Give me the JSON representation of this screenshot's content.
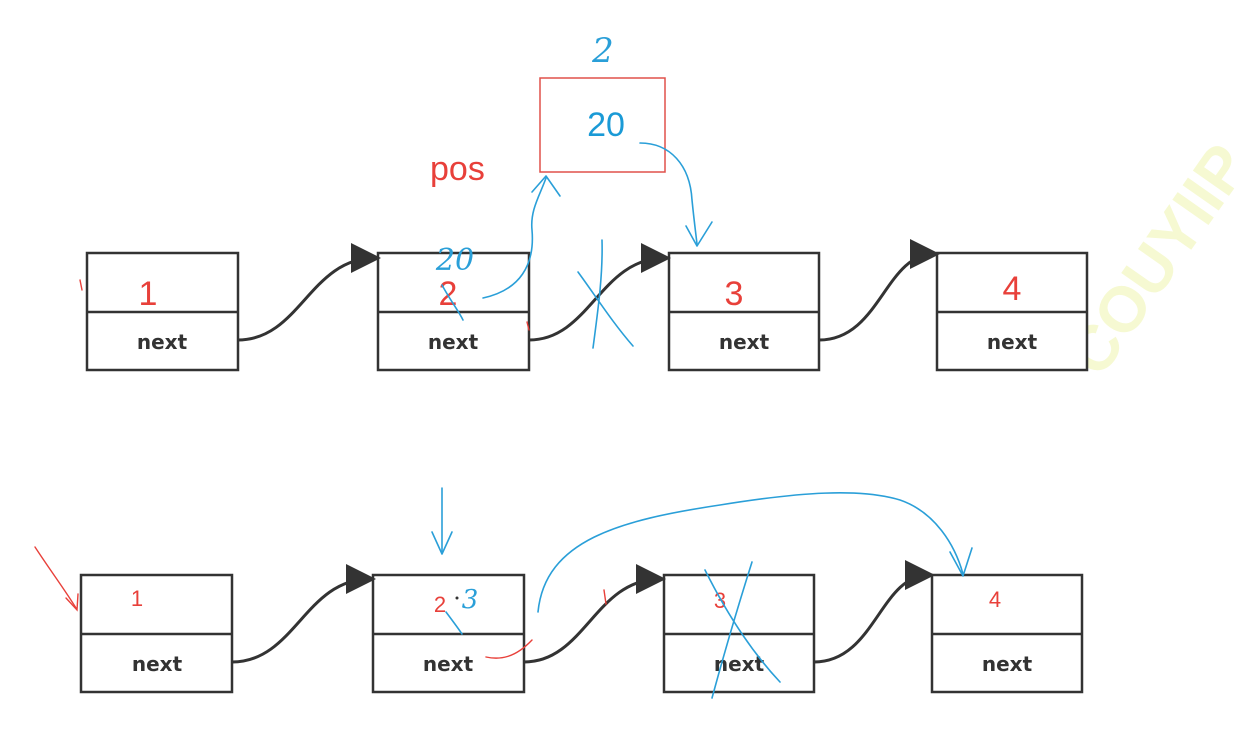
{
  "top_list": {
    "nodes": [
      {
        "value": "1",
        "next_label": "next"
      },
      {
        "value": "2",
        "next_label": "next"
      },
      {
        "value": "3",
        "next_label": "next"
      },
      {
        "value": "4",
        "next_label": "next"
      }
    ],
    "pos_label": "pos",
    "new_node": {
      "value": "20"
    },
    "annotations": {
      "above_new_node": "2",
      "above_node2": "20"
    }
  },
  "bottom_list": {
    "nodes": [
      {
        "value": "1",
        "next_label": "next"
      },
      {
        "value": "2",
        "next_label": "next"
      },
      {
        "value": "3",
        "next_label": "next"
      },
      {
        "value": "4",
        "next_label": "next"
      }
    ],
    "annotations": {
      "node2_scribble": "3"
    }
  },
  "watermark": "COUYIIP",
  "colors": {
    "node_text": "#e8403a",
    "handwriting": "#2a9fd8",
    "new_node_border": "#e0504a",
    "outline": "#333333"
  }
}
